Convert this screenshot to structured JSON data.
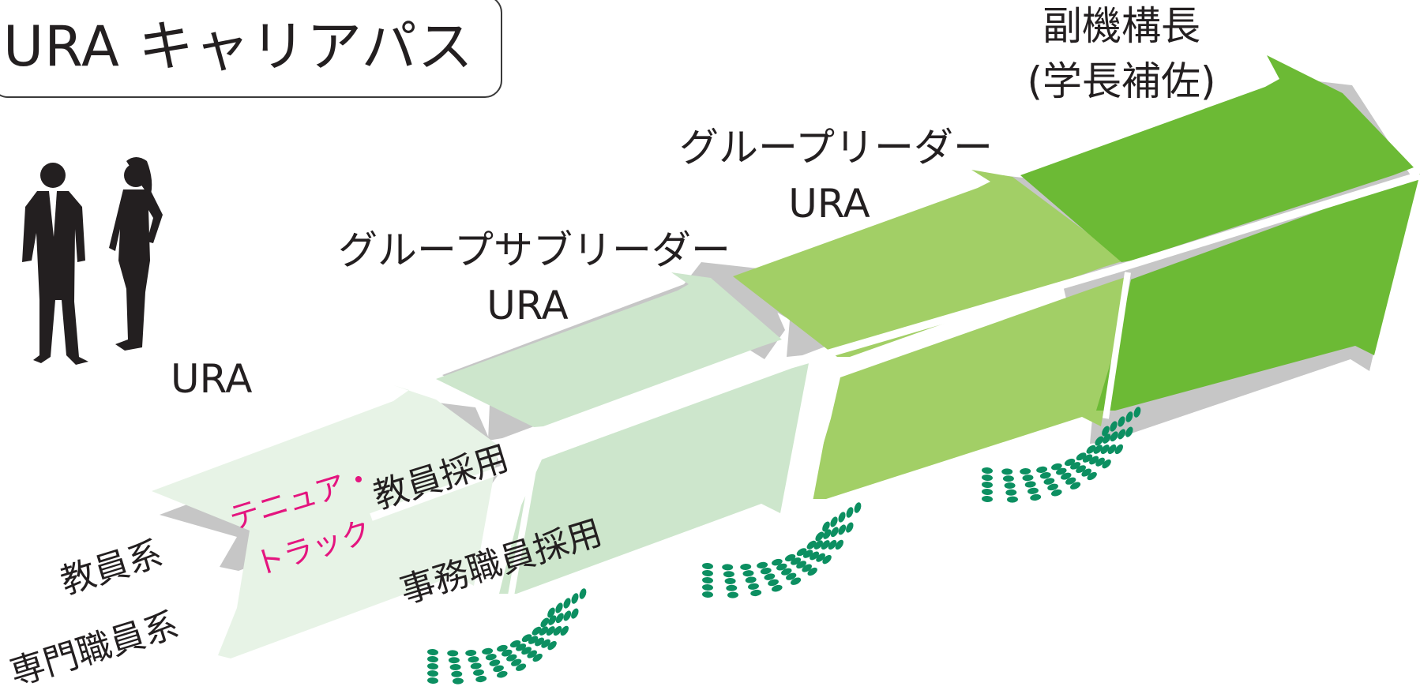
{
  "title": "URA キャリアパス",
  "stages": {
    "ura": "URA",
    "group_sub_leader": {
      "line1": "グループサブリーダー",
      "line2": "URA"
    },
    "group_leader": {
      "line1": "グループリーダー",
      "line2": "URA"
    },
    "vice_director": {
      "line1": "副機構長",
      "line2": "(学長補佐)"
    }
  },
  "tracks": {
    "faculty": "教員系",
    "specialist": "専門職員系",
    "tenure_track": {
      "line1": "テニュア・",
      "line2": "トラック"
    },
    "faculty_hiring": "教員採用",
    "admin_hiring": "事務職員採用"
  },
  "colors": {
    "stage1": "#e7f3e6",
    "stage2": "#cde6cc",
    "stage3": "#a2cf66",
    "stage4": "#6cba35",
    "shadow": "#c6c6c6",
    "dots": "#0c8f61",
    "accent": "#e4157f"
  },
  "icons": [
    "businessman-silhouette-icon",
    "businesswoman-silhouette-icon",
    "curved-dotted-arrow-icon"
  ]
}
